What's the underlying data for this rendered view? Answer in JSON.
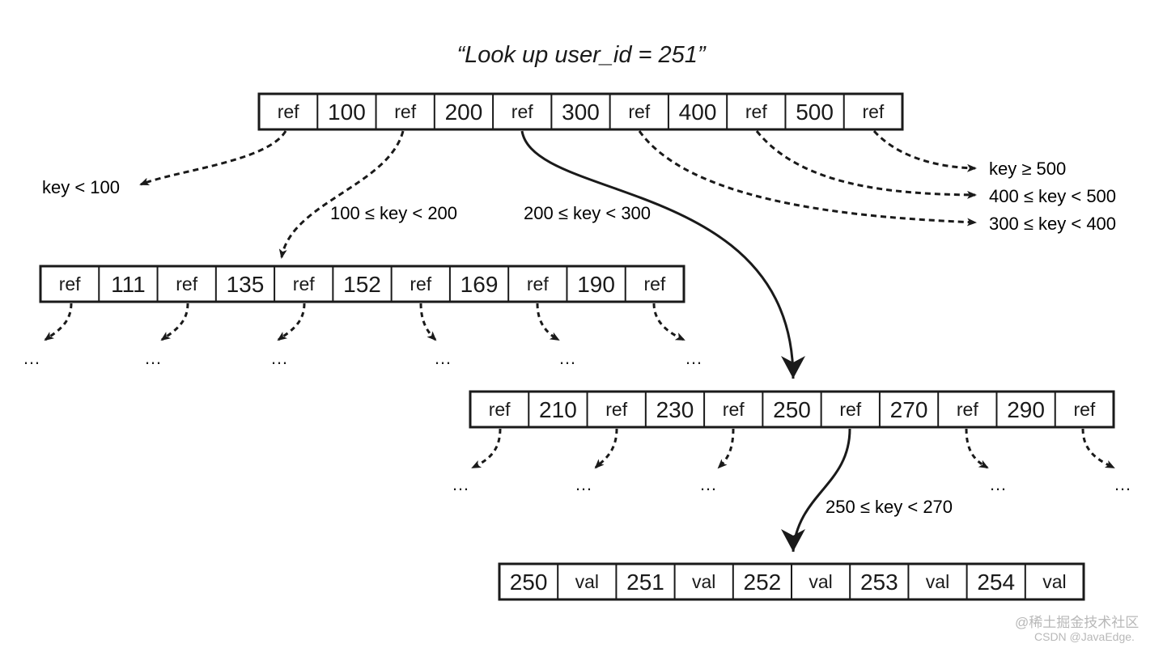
{
  "title": "“Look up user_id = 251”",
  "colors": {
    "ink": "#1a1a1a",
    "watermark": "#b8b8b8",
    "background": "#ffffff"
  },
  "nodes": {
    "root": {
      "cells": [
        "ref",
        "100",
        "ref",
        "200",
        "ref",
        "300",
        "ref",
        "400",
        "ref",
        "500",
        "ref"
      ]
    },
    "left": {
      "cells": [
        "ref",
        "111",
        "ref",
        "135",
        "ref",
        "152",
        "ref",
        "169",
        "ref",
        "190",
        "ref"
      ]
    },
    "middle": {
      "cells": [
        "ref",
        "210",
        "ref",
        "230",
        "ref",
        "250",
        "ref",
        "270",
        "ref",
        "290",
        "ref"
      ]
    },
    "leaf": {
      "cells": [
        "250",
        "val",
        "251",
        "val",
        "252",
        "val",
        "253",
        "val",
        "254",
        "val"
      ]
    }
  },
  "labels": {
    "key_lt_100": "key < 100",
    "range_100_200": "100 ≤ key < 200",
    "range_200_300": "200 ≤ key < 300",
    "key_ge_500": "key ≥ 500",
    "range_400_500": "400 ≤ key < 500",
    "range_300_400": "300 ≤ key < 400",
    "range_250_270": "250 ≤ key < 270"
  },
  "ellipsis": "…",
  "watermark": {
    "line1": "@稀土掘金技术社区",
    "line2": "CSDN @JavaEdge."
  }
}
